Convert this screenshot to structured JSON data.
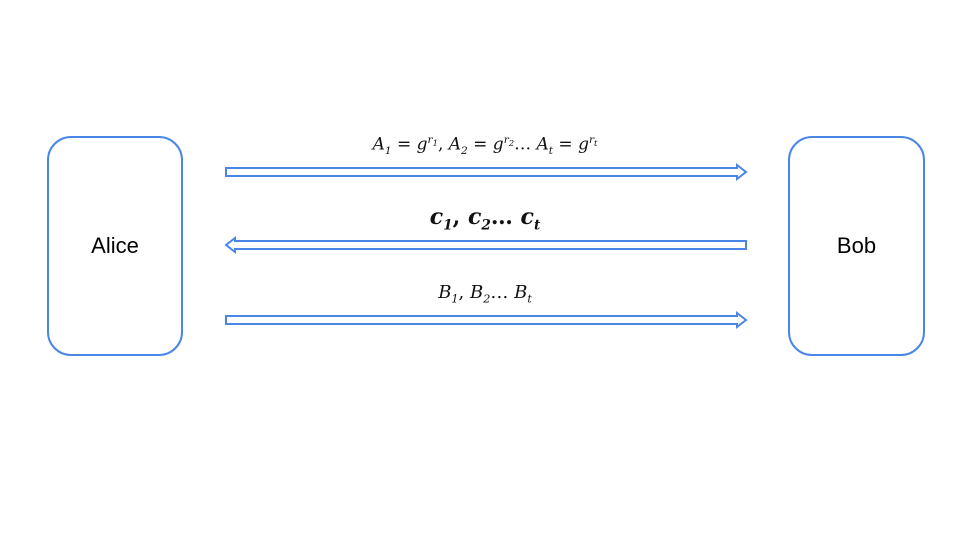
{
  "parties": {
    "left": "Alice",
    "right": "Bob"
  },
  "messages": [
    {
      "direction": "right",
      "parts": {
        "a": "A",
        "a_sub": "1",
        "eq": "=",
        "g": "g",
        "r": "r",
        "r_sub": "1",
        "comma": ",",
        "a2": "A",
        "a2_sub": "2",
        "eq2": "=",
        "g2": "g",
        "r2": "r",
        "r2_sub": "2",
        "dots": "…",
        "at": "A",
        "at_sub": "t",
        "eq3": "=",
        "g3": "g",
        "rt": "r",
        "rt_sub": "t"
      }
    },
    {
      "direction": "left",
      "parts": {
        "c1": "c",
        "c1_sub": "1",
        "comma": ",",
        "c2": "c",
        "c2_sub": "2",
        "dots": "…",
        "ct": "c",
        "ct_sub": "t"
      }
    },
    {
      "direction": "right",
      "parts": {
        "b1": "B",
        "b1_sub": "1",
        "comma": ",",
        "b2": "B",
        "b2_sub": "2",
        "dots": "…",
        "bt": "B",
        "bt_sub": "t"
      }
    }
  ],
  "colors": {
    "accent": "#4a86e8",
    "text": "#000000"
  }
}
